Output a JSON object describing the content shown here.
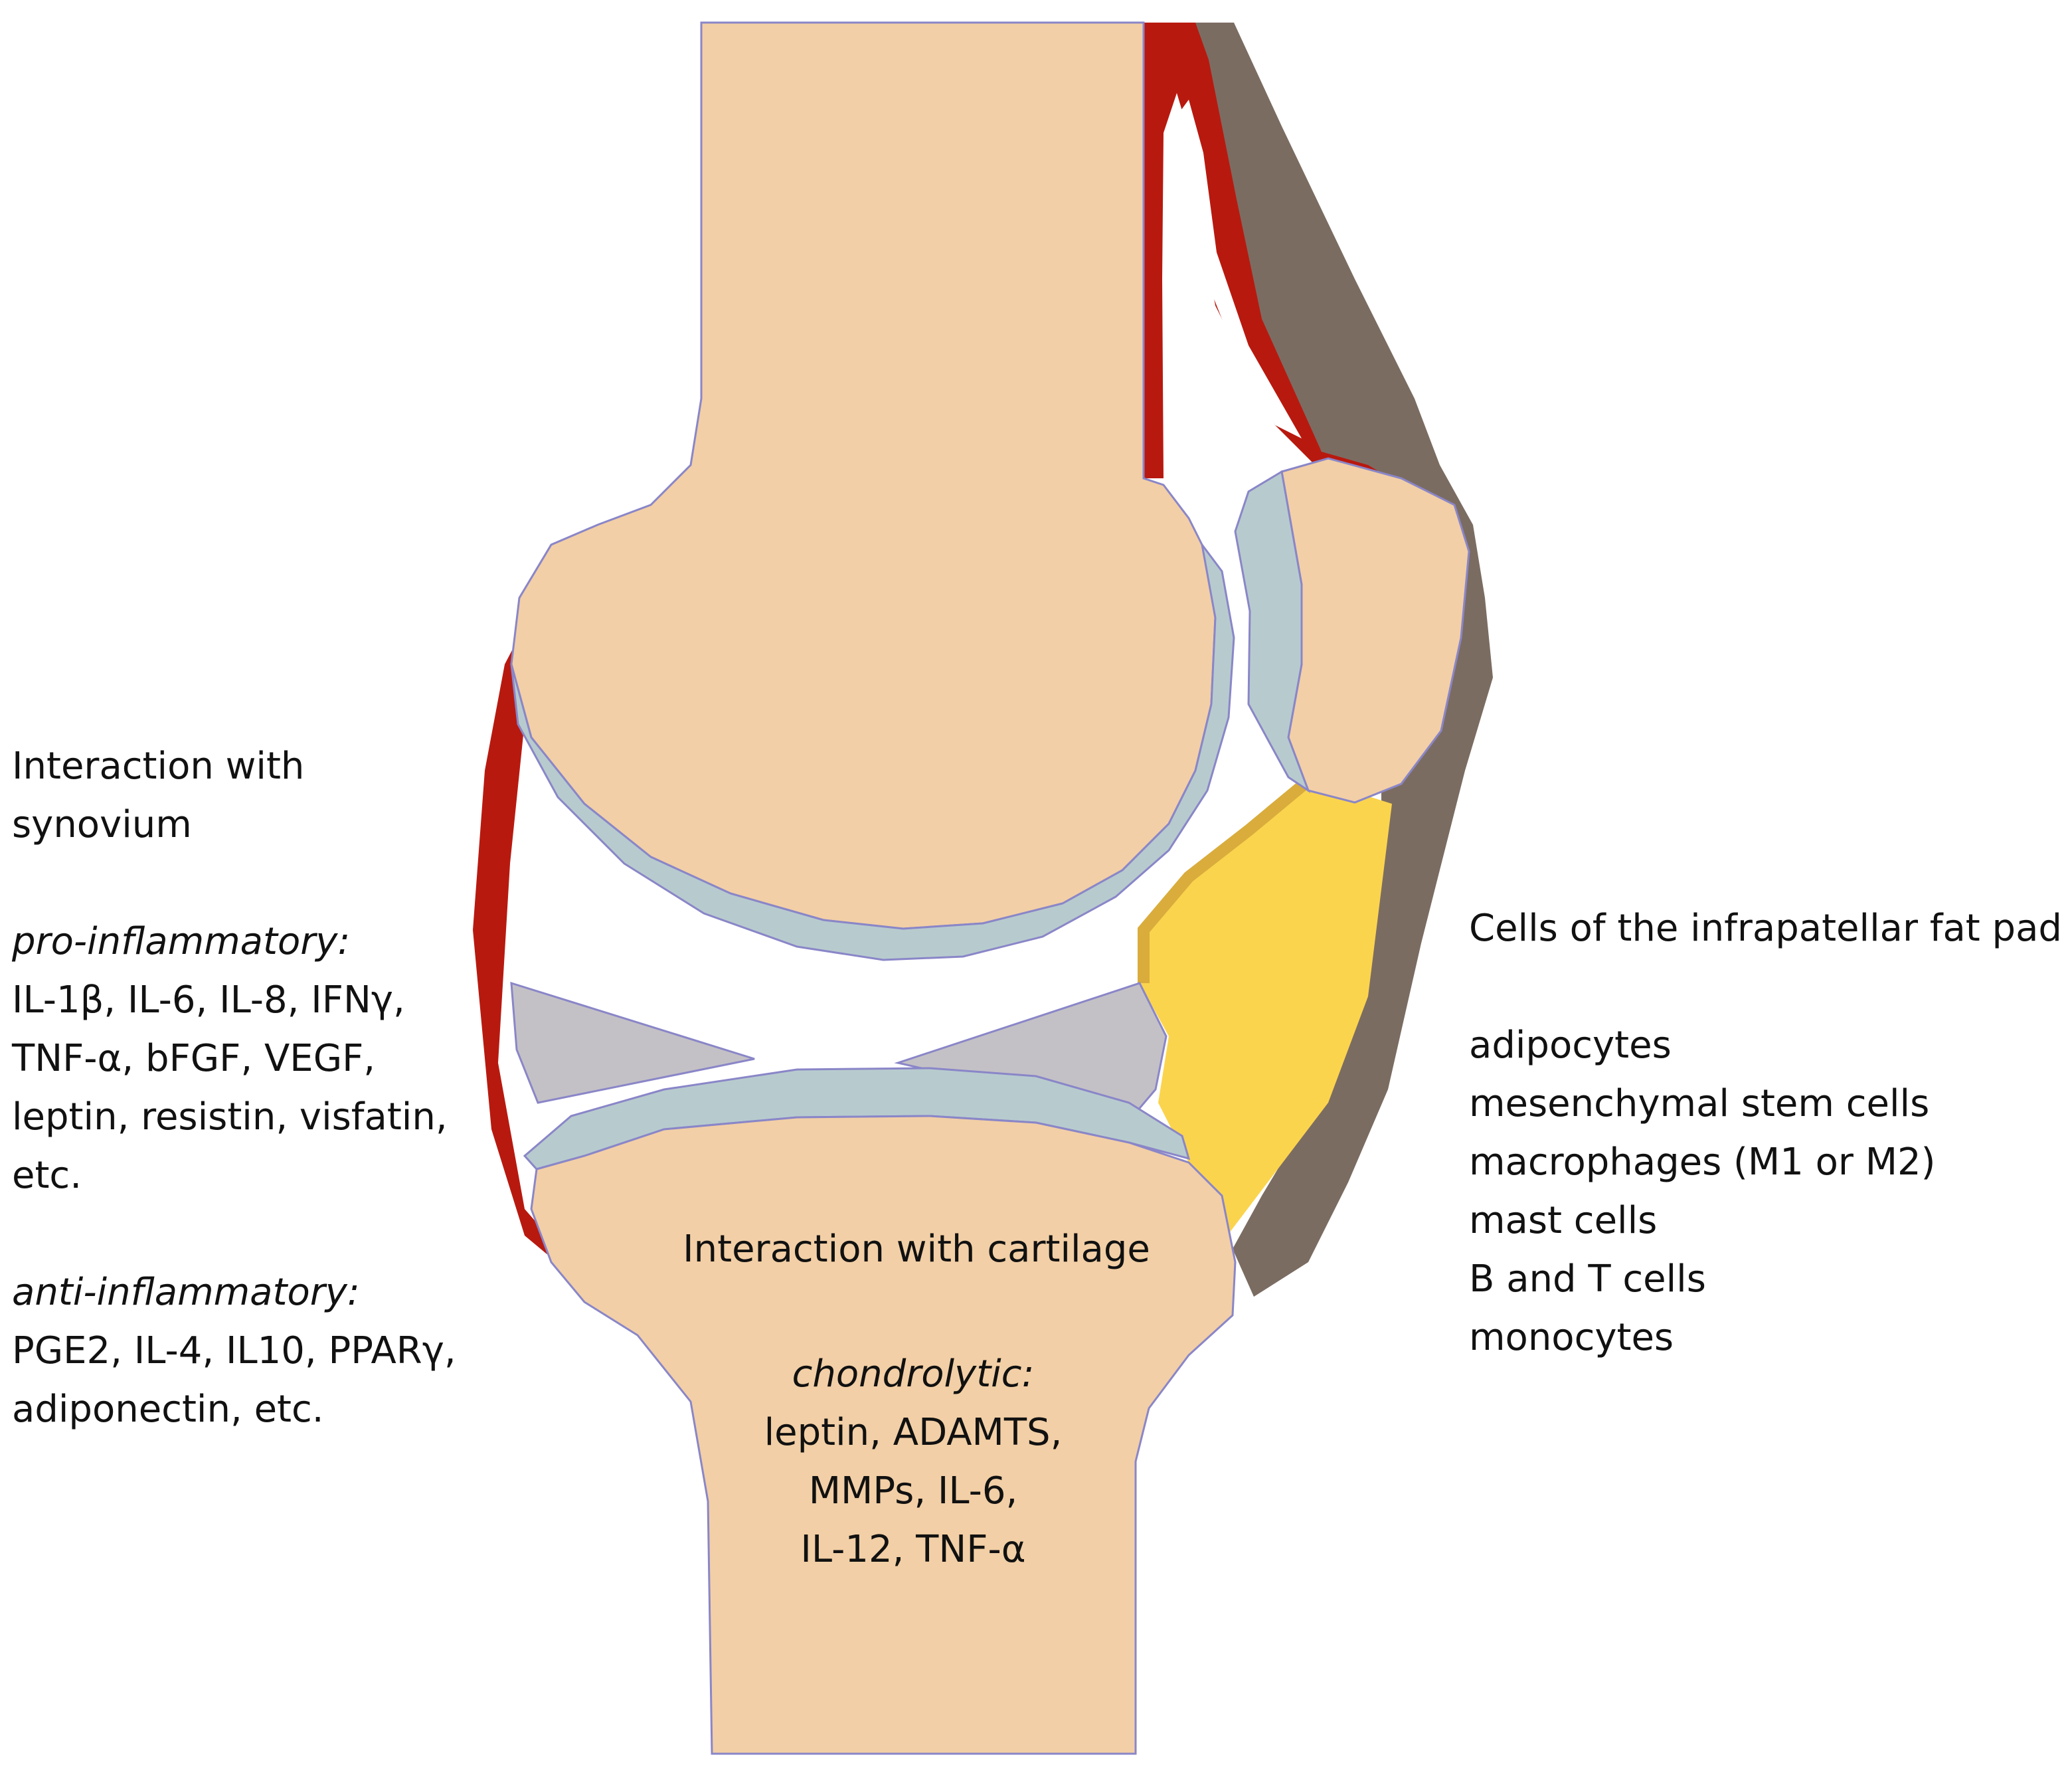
{
  "colors": {
    "bone": "#f2cfa6",
    "bone_outline": "#8a86c8",
    "cartilage": "#b7cbce",
    "meniscus": "#c4c1c6",
    "synovium": "#b8190f",
    "fat_pad": "#fbd44e",
    "fat_pad_edge": "#d9ac3c",
    "capsule": "#7b6c62"
  },
  "synovium_panel": {
    "title_line1": "Interaction with",
    "title_line2": "synovium",
    "pro_heading": "pro-inflammatory:",
    "pro_line1": "IL-1β, IL-6, IL-8, IFNγ,",
    "pro_line2": "TNF-α, bFGF, VEGF,",
    "pro_line3": "leptin, resistin, visfatin,",
    "pro_line4": "etc.",
    "anti_heading": "anti-inflammatory:",
    "anti_line1": "PGE2, IL-4, IL10, PPARγ,",
    "anti_line2": "adiponectin, etc."
  },
  "fat_pad_panel": {
    "title": "Cells of the infrapatellar fat pad",
    "cells": [
      "adipocytes",
      "mesenchymal stem cells",
      "macrophages (M1 or M2)",
      "mast cells",
      "B and T cells",
      "monocytes"
    ]
  },
  "cartilage_panel": {
    "title": "Interaction with cartilage",
    "heading": "chondrolytic:",
    "line1": "leptin, ADAMTS,",
    "line2": "MMPs, IL-6,",
    "line3": "IL-12, TNF-α"
  }
}
